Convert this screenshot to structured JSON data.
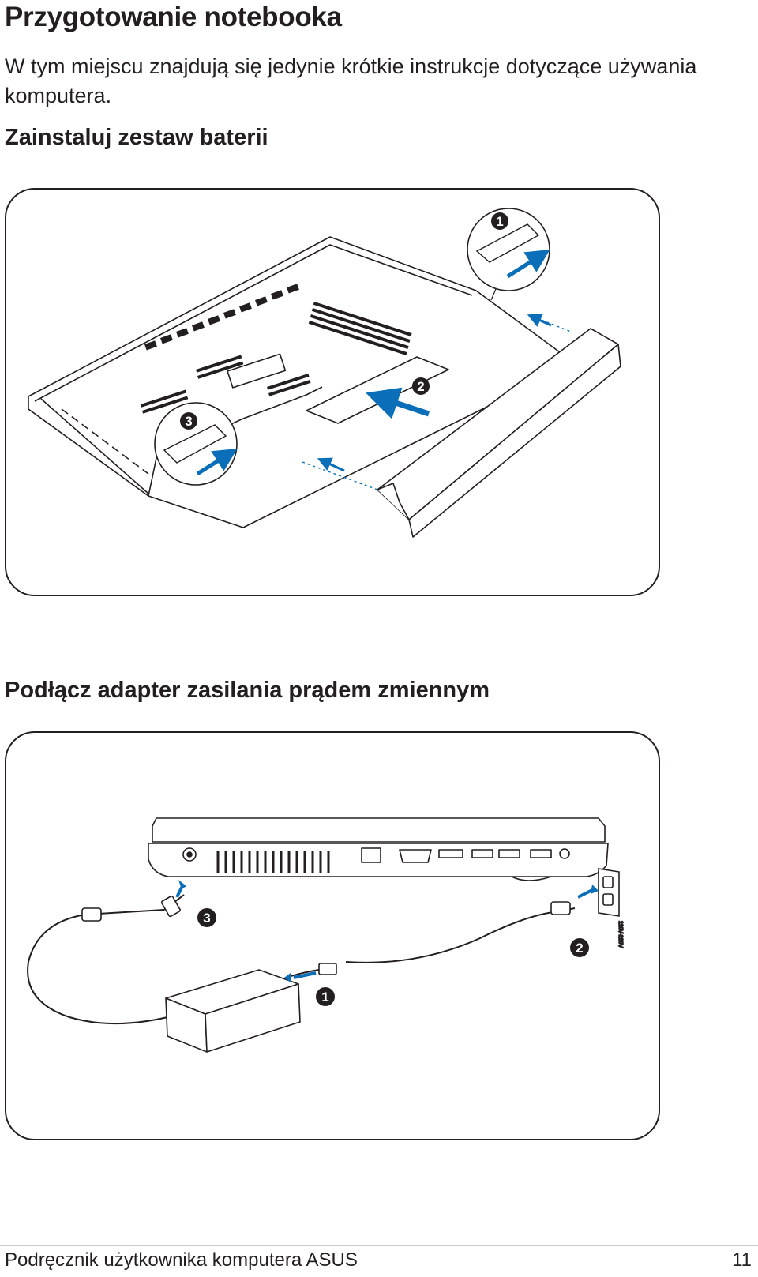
{
  "page": {
    "title": "Przygotowanie notebooka",
    "intro": "W tym miejscu znajdują się jedynie krótkie instrukcje dotyczące używania komputera."
  },
  "sections": [
    {
      "heading": "Zainstaluj zestaw baterii",
      "steps": [
        "1",
        "2",
        "3"
      ]
    },
    {
      "heading": "Podłącz adapter zasilania prądem zmiennym",
      "steps": [
        "1",
        "2",
        "3"
      ],
      "outlet_label": "110V-220V"
    }
  ],
  "footer": {
    "title": "Podręcznik użytkownika komputera ASUS",
    "page_number": "11"
  },
  "colors": {
    "text": "#231f20",
    "arrow": "#0a6fb8",
    "badge": "#231f20",
    "footer_rule": "#c9c9c9"
  }
}
